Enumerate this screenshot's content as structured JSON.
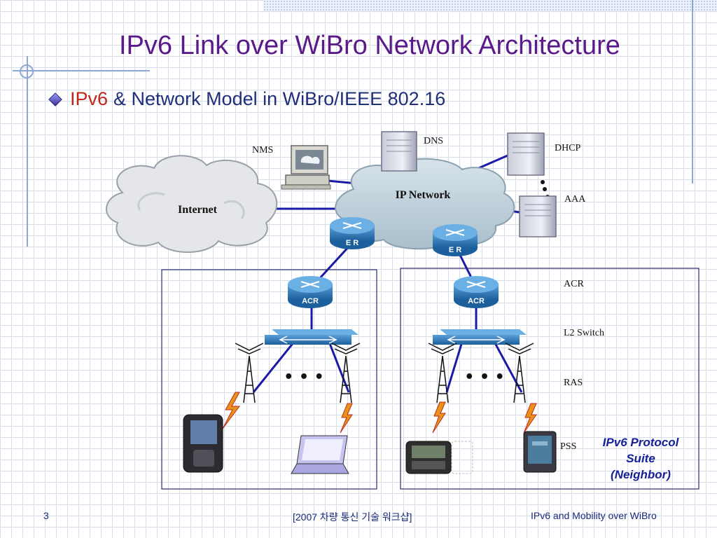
{
  "slide": {
    "title": "IPv6 Link over WiBro Network Architecture",
    "bullet": {
      "accent": "IPv6",
      "text": "& Network Model in WiBro/IEEE 802.16"
    },
    "colors": {
      "title": "#5b1a8a",
      "body": "#1f2f7a",
      "accent": "#c0281c",
      "note": "#16209a",
      "link": "#1a1aa8",
      "grid": "#d7dde9"
    }
  },
  "diagram": {
    "labels": {
      "nms": "NMS",
      "dns": "DNS",
      "dhcp": "DHCP",
      "aaa": "AAA",
      "internet": "Internet",
      "ip_network": "IP Network",
      "er": "E R",
      "acr": "ACR",
      "legend_acr": "ACR",
      "legend_l2": "L2 Switch",
      "legend_ras": "RAS",
      "pss": "PSS"
    },
    "dots": "• • •",
    "note": [
      "IPv6 Protocol",
      "Suite",
      "(Neighbor)"
    ],
    "icons": [
      "cloud-icon",
      "server-icon",
      "workstation-icon",
      "router-icon",
      "switch-icon",
      "antenna-tower-icon",
      "lightning-icon",
      "phone-icon",
      "laptop-icon",
      "handheld-icon",
      "pda-icon"
    ]
  },
  "footer": {
    "page_number": "3",
    "center": "[2007 차량 통신 기술 워크샵]",
    "right": "IPv6 and Mobility over WiBro"
  }
}
